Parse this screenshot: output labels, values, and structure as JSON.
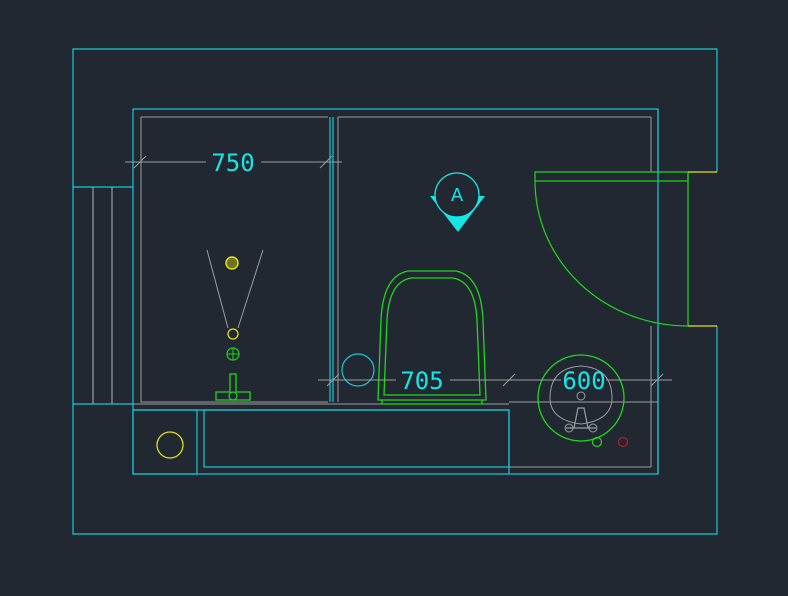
{
  "colors": {
    "background": "#222831",
    "wall": "#18c8d8",
    "gray": "#9a9ea3",
    "green": "#1ed81e",
    "yellow": "#e0e01a",
    "red": "#b81c1c",
    "dim_text": "#17e5e5"
  },
  "dimensions": {
    "shower_width": "750",
    "toilet_width": "705",
    "sink_width": "600"
  },
  "section_marker": {
    "label": "A"
  }
}
